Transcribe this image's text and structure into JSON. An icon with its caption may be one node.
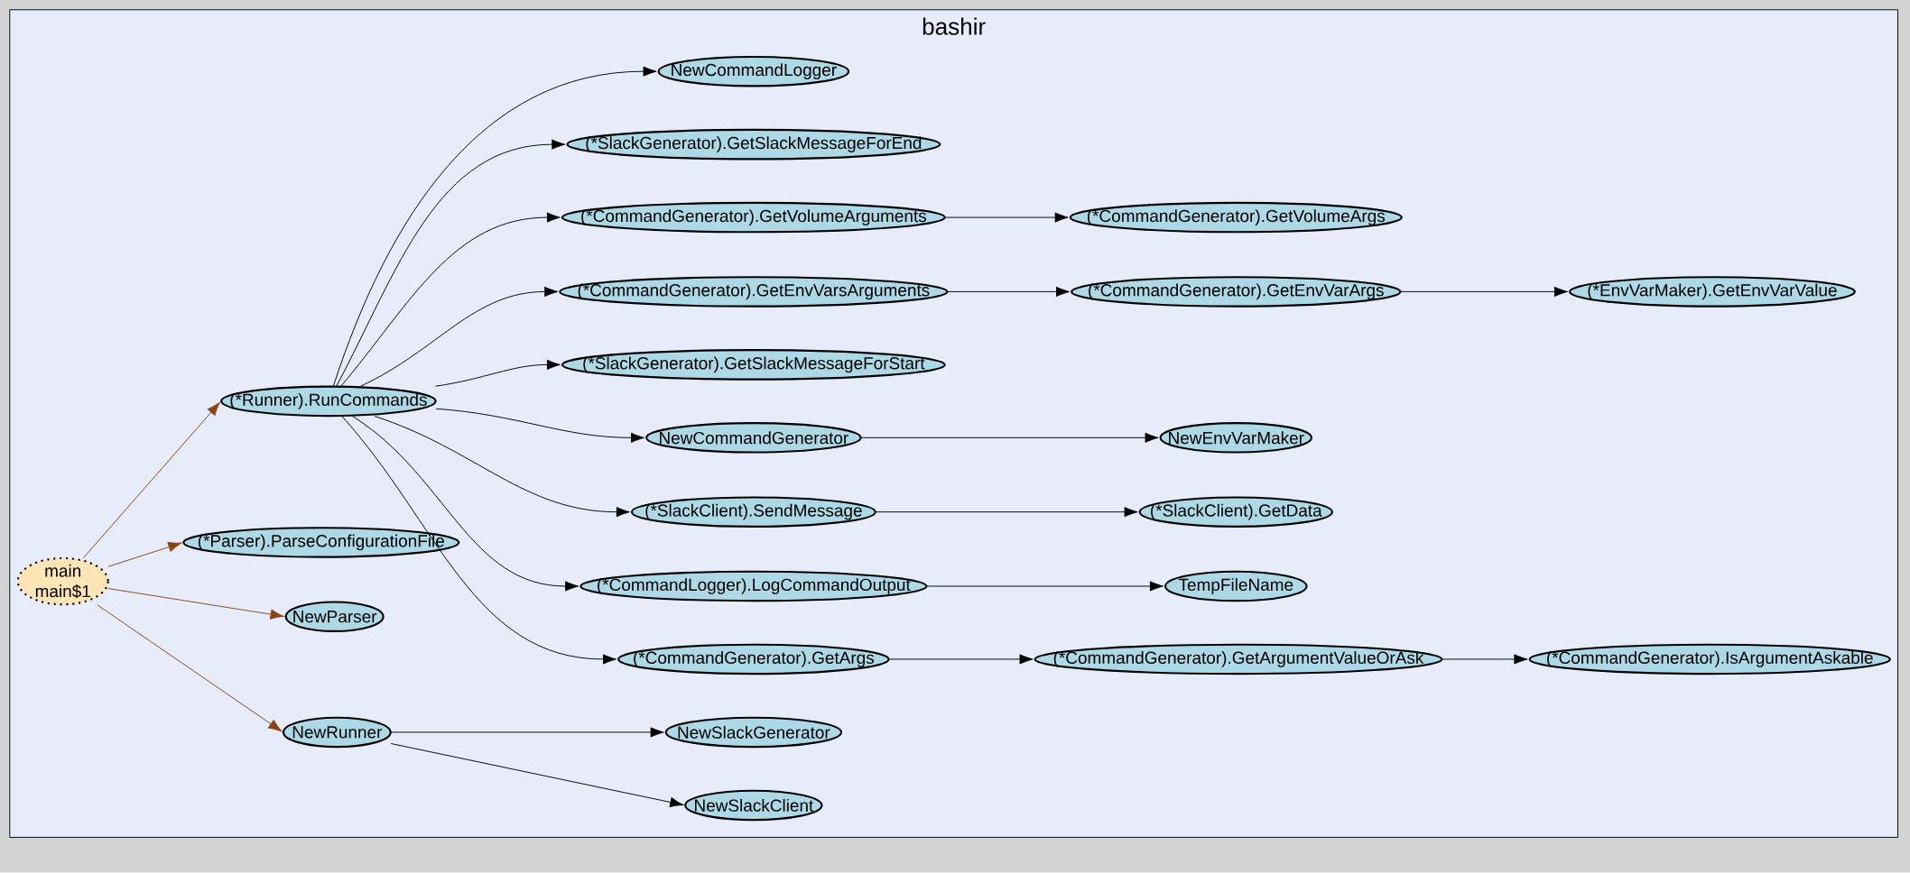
{
  "diagram": {
    "nodes": [
      {
        "text": [
          "bashir"
        ]
      },
      {
        "text": [
          "main",
          "main$1"
        ],
        "in": 0
      },
      {
        "text": [
          "(*Runner).RunCommands"
        ],
        "in": 0
      },
      {
        "text": [
          "(*Parser).ParseConfigurationFile"
        ],
        "in": 0
      },
      {
        "text": [
          "NewParser"
        ],
        "in": 0
      },
      {
        "text": [
          "NewRunner"
        ],
        "in": 0
      },
      {
        "text": [
          "NewCommandLogger"
        ],
        "in": 0
      },
      {
        "text": [
          "(*SlackGenerator).GetSlackMessageForEnd"
        ],
        "in": 0
      },
      {
        "text": [
          "(*CommandGenerator).GetVolumeArguments"
        ],
        "in": 0
      },
      {
        "text": [
          "(*CommandGenerator).GetEnvVarsArguments"
        ],
        "in": 0
      },
      {
        "text": [
          "(*SlackGenerator).GetSlackMessageForStart"
        ],
        "in": 0
      },
      {
        "text": [
          "NewCommandGenerator"
        ],
        "in": 0
      },
      {
        "text": [
          "(*SlackClient).SendMessage"
        ],
        "in": 0
      },
      {
        "text": [
          "(*CommandLogger).LogCommandOutput"
        ],
        "in": 0
      },
      {
        "text": [
          "(*CommandGenerator).GetArgs"
        ],
        "in": 0
      },
      {
        "text": [
          "NewSlackGenerator"
        ],
        "in": 0
      },
      {
        "text": [
          "NewSlackClient"
        ],
        "in": 0
      },
      {
        "text": [
          "(*CommandGenerator).GetVolumeArgs"
        ],
        "in": 0
      },
      {
        "text": [
          "(*CommandGenerator).GetEnvVarArgs"
        ],
        "in": 0
      },
      {
        "text": [
          "NewEnvVarMaker"
        ],
        "in": 0
      },
      {
        "text": [
          "(*SlackClient).GetData"
        ],
        "in": 0
      },
      {
        "text": [
          "TempFileName"
        ],
        "in": 0
      },
      {
        "text": [
          "(*CommandGenerator).GetArgumentValueOrAsk"
        ],
        "in": 0
      },
      {
        "text": [
          "(*EnvVarMaker).GetEnvVarValue"
        ],
        "in": 0
      },
      {
        "text": [
          "(*CommandGenerator).IsArgumentAskable"
        ],
        "in": 0
      }
    ],
    "edges": [
      {
        "from": 1,
        "to": 2,
        "arrow": "to",
        "color": "#8b4513"
      },
      {
        "from": 1,
        "to": 3,
        "arrow": "to",
        "color": "#8b4513"
      },
      {
        "from": 1,
        "to": 4,
        "arrow": "to",
        "color": "#8b4513"
      },
      {
        "from": 1,
        "to": 5,
        "arrow": "to",
        "color": "#8b4513"
      },
      {
        "from": 2,
        "to": 6,
        "arrow": "to"
      },
      {
        "from": 2,
        "to": 7,
        "arrow": "to"
      },
      {
        "from": 2,
        "to": 8,
        "arrow": "to"
      },
      {
        "from": 2,
        "to": 9,
        "arrow": "to"
      },
      {
        "from": 2,
        "to": 10,
        "arrow": "to"
      },
      {
        "from": 2,
        "to": 11,
        "arrow": "to"
      },
      {
        "from": 2,
        "to": 12,
        "arrow": "to"
      },
      {
        "from": 2,
        "to": 13,
        "arrow": "to"
      },
      {
        "from": 2,
        "to": 14,
        "arrow": "to"
      },
      {
        "from": 8,
        "to": 17,
        "arrow": "to"
      },
      {
        "from": 9,
        "to": 18,
        "arrow": "to"
      },
      {
        "from": 18,
        "to": 23,
        "arrow": "to"
      },
      {
        "from": 11,
        "to": 19,
        "arrow": "to"
      },
      {
        "from": 12,
        "to": 20,
        "arrow": "to"
      },
      {
        "from": 13,
        "to": 21,
        "arrow": "to"
      },
      {
        "from": 14,
        "to": 22,
        "arrow": "to"
      },
      {
        "from": 22,
        "to": 24,
        "arrow": "to"
      },
      {
        "from": 5,
        "to": 15,
        "arrow": "to"
      },
      {
        "from": 5,
        "to": 16,
        "arrow": "to"
      }
    ]
  }
}
